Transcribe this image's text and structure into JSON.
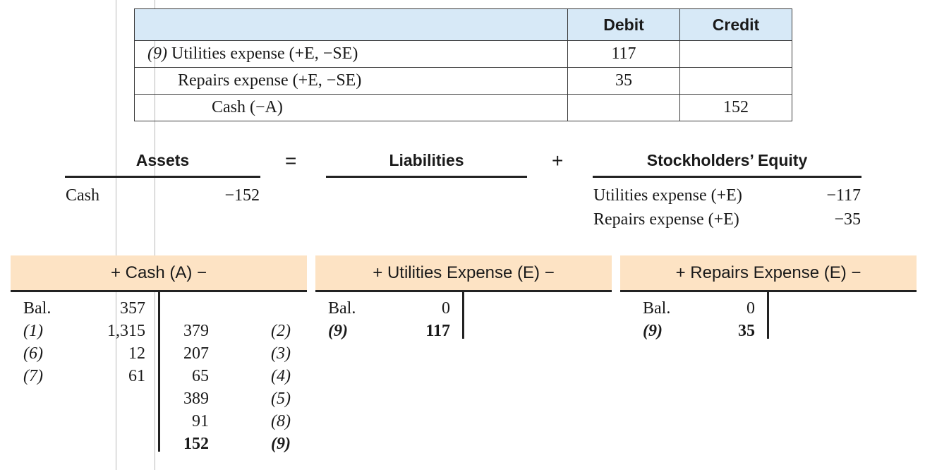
{
  "journal": {
    "headers": {
      "account": "",
      "debit": "Debit",
      "credit": "Credit"
    },
    "rows": [
      {
        "ref": "(9)",
        "account": "Utilities expense (+E, −SE)",
        "debit": "117",
        "credit": ""
      },
      {
        "ref": "",
        "account": "Repairs expense (+E, −SE)",
        "debit": "35",
        "credit": ""
      },
      {
        "ref": "",
        "account": "Cash (−A)",
        "debit": "",
        "credit": "152"
      }
    ]
  },
  "equation": {
    "assets_label": "Assets",
    "equals": "=",
    "liabilities_label": "Liabilities",
    "plus": "+",
    "equity_label": "Stockholders’ Equity",
    "assets": [
      {
        "account": "Cash",
        "amount": "−152"
      }
    ],
    "equity": [
      {
        "account": "Utilities expense (+E)",
        "amount": "−117"
      },
      {
        "account": "Repairs expense (+E)",
        "amount": "−35"
      }
    ]
  },
  "t_accounts": {
    "cash": {
      "title": "+ Cash (A) −",
      "debits": [
        {
          "ref": "Bal.",
          "amount": "357"
        },
        {
          "ref": "(1)",
          "amount": "1,315"
        },
        {
          "ref": "(6)",
          "amount": "12"
        },
        {
          "ref": "(7)",
          "amount": "61"
        }
      ],
      "credits": [
        {
          "amount": "379",
          "ref": "(2)"
        },
        {
          "amount": "207",
          "ref": "(3)"
        },
        {
          "amount": "65",
          "ref": "(4)"
        },
        {
          "amount": "389",
          "ref": "(5)"
        },
        {
          "amount": "91",
          "ref": "(8)"
        },
        {
          "amount": "152",
          "ref": "(9)"
        }
      ]
    },
    "utilities": {
      "title": "+ Utilities Expense (E) −",
      "debits": [
        {
          "ref": "Bal.",
          "amount": "0"
        },
        {
          "ref": "(9)",
          "amount": "117"
        }
      ]
    },
    "repairs": {
      "title": "+ Repairs Expense (E) −",
      "debits": [
        {
          "ref": "Bal.",
          "amount": "0"
        },
        {
          "ref": "(9)",
          "amount": "35"
        }
      ]
    }
  }
}
